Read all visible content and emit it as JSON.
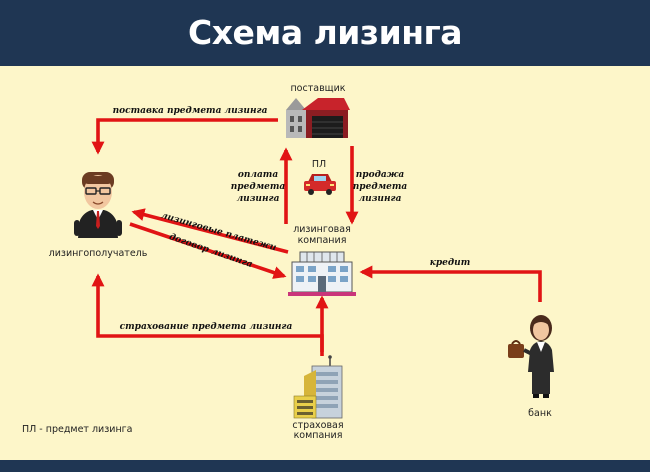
{
  "header": {
    "title": "Схема лизинга"
  },
  "colors": {
    "header_bg": "#1f3653",
    "background": "#fdf6c9",
    "arrow": "#e11414"
  },
  "nodes": {
    "supplier": "поставщик",
    "lessee": "лизингополучатель",
    "leasing_company": "лизинговая\nкомпания",
    "bank": "банк",
    "insurance_company": "страховая\nкомпания",
    "subject": "ПЛ"
  },
  "edges": {
    "delivery": "поставка предмета лизинга",
    "payment": "оплата\nпредмета\nлизинга",
    "sale": "продажа\nпредмета\nлизинга",
    "lease_payments": "лизинговые платежи",
    "lease_contract": "договор лизинга",
    "credit": "кредит",
    "insurance": "страхование предмета лизинга"
  },
  "legend": {
    "note": "ПЛ - предмет лизинга"
  },
  "icons": {
    "supplier": "warehouse-icon",
    "subject": "car-icon",
    "lessee": "businessman-icon",
    "leasing_company": "building-icon",
    "bank": "businesswoman-icon",
    "insurance_company": "office-towers-icon"
  }
}
